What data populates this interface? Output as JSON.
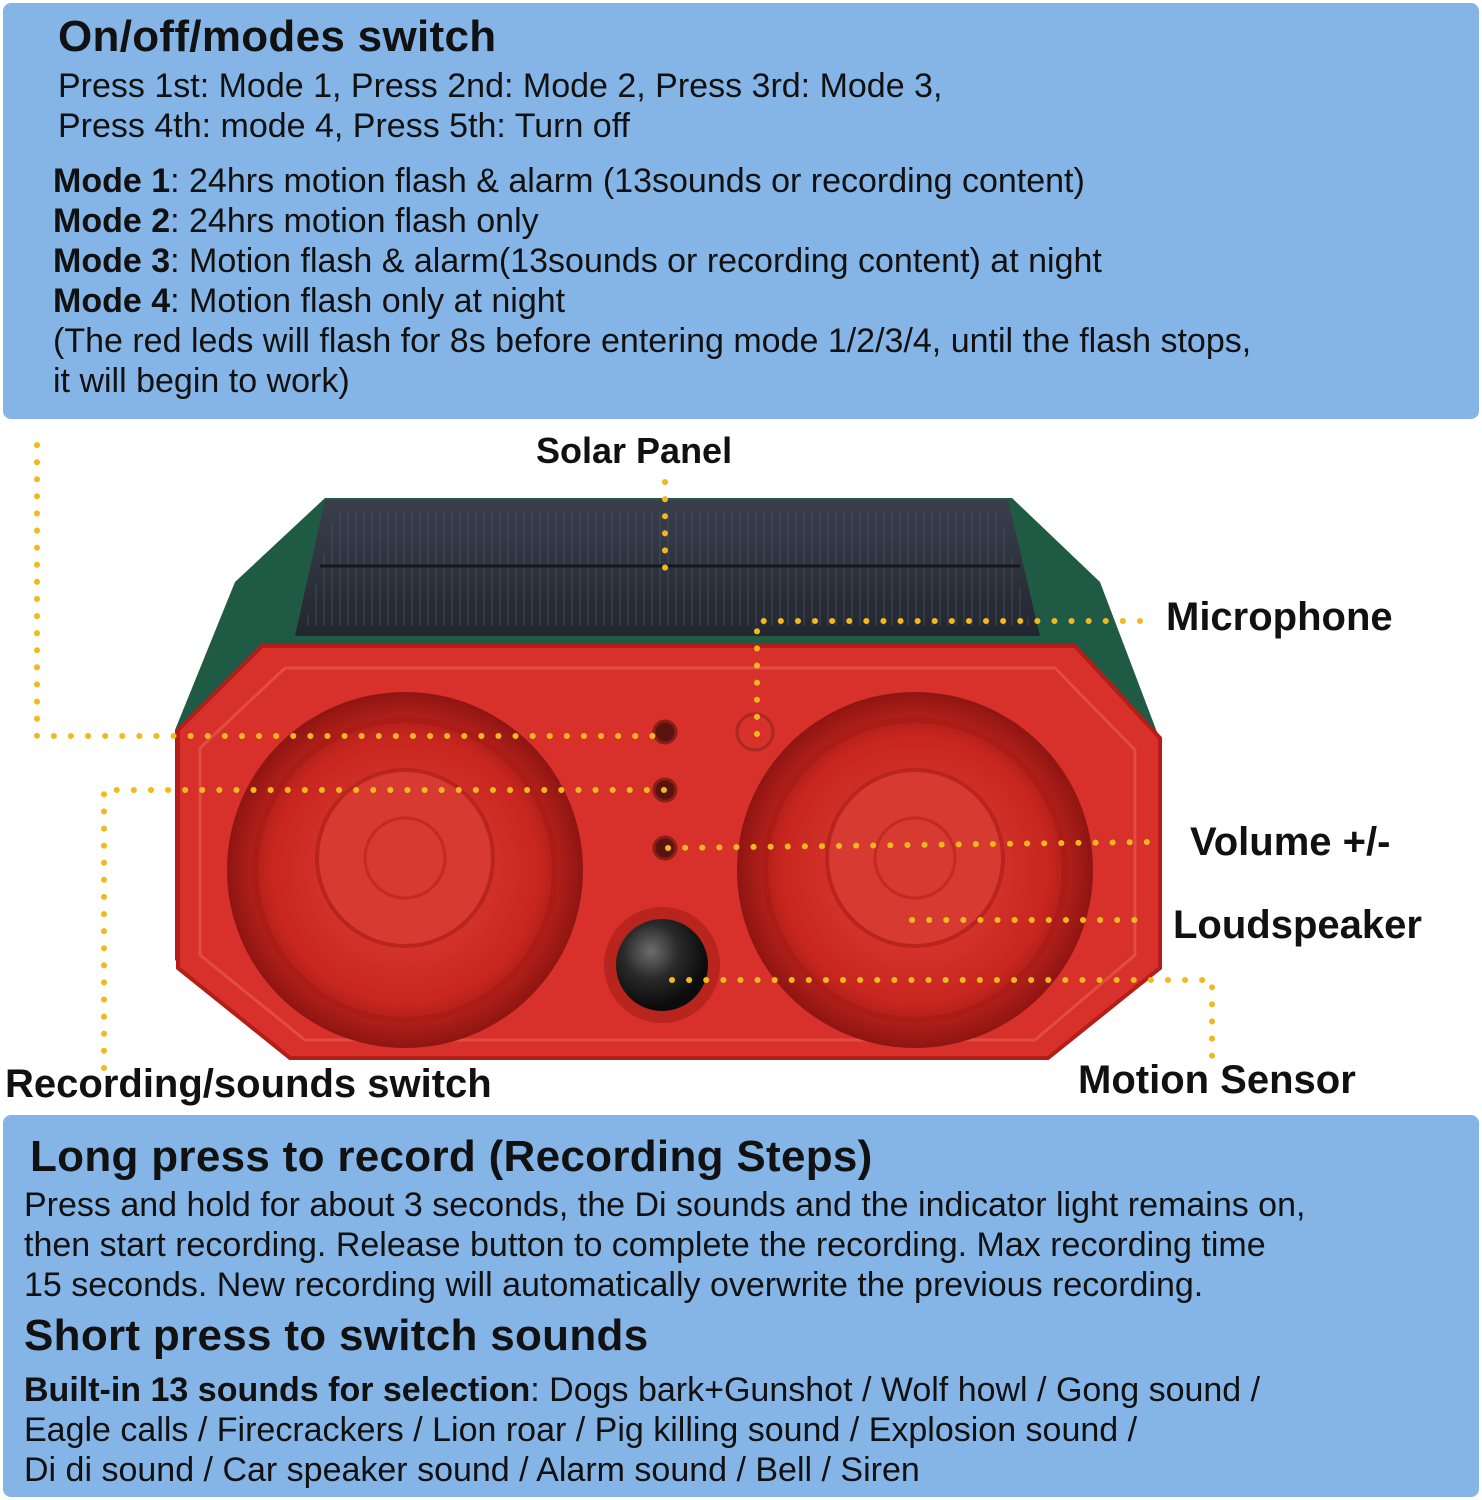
{
  "top": {
    "title": "On/off/modes switch",
    "press_line_1": "Press 1st: Mode 1, Press 2nd: Mode 2, Press 3rd: Mode 3,",
    "press_line_2": "Press 4th: mode 4, Press 5th: Turn off",
    "modes": [
      {
        "label": "Mode 1",
        "text": ": 24hrs motion flash & alarm (13sounds or recording content)"
      },
      {
        "label": "Mode 2",
        "text": ": 24hrs motion flash only"
      },
      {
        "label": "Mode 3",
        "text": ": Motion flash & alarm(13sounds or recording content) at night"
      },
      {
        "label": "Mode 4",
        "text": ": Motion flash only at night"
      }
    ],
    "note_line_1": "(The red leds will flash for 8s before entering mode 1/2/3/4, until the flash stops,",
    "note_line_2": "it will begin to work)"
  },
  "labels": {
    "solar_panel": "Solar Panel",
    "microphone": "Microphone",
    "volume": "Volume +/-",
    "loudspeaker": "Loudspeaker",
    "motion_sensor": "Motion Sensor",
    "recording_switch": "Recording/sounds switch"
  },
  "bottom": {
    "record_title": "Long press to record (Recording Steps)",
    "record_line_1": "Press and hold for about 3 seconds, the Di sounds and the indicator light remains on,",
    "record_line_2": "then start recording. Release button to complete the recording. Max recording time",
    "record_line_3": "15 seconds. New recording will automatically overwrite the previous recording.",
    "switch_title": "Short press to switch sounds",
    "sounds_label": "Built-in 13 sounds for selection",
    "sounds_line_1": ": Dogs bark+Gunshot / Wolf howl / Gong sound /",
    "sounds_line_2": "Eagle calls / Firecrackers / Lion roar / Pig killing sound / Explosion sound /",
    "sounds_line_3": "Di di sound / Car speaker sound / Alarm sound / Bell / Siren"
  },
  "colors": {
    "panel": "#85b5e6",
    "leader": "#f2b820",
    "housing_red": "#d8302a",
    "housing_green": "#1f5a45",
    "solar": "#2a2f3c"
  }
}
